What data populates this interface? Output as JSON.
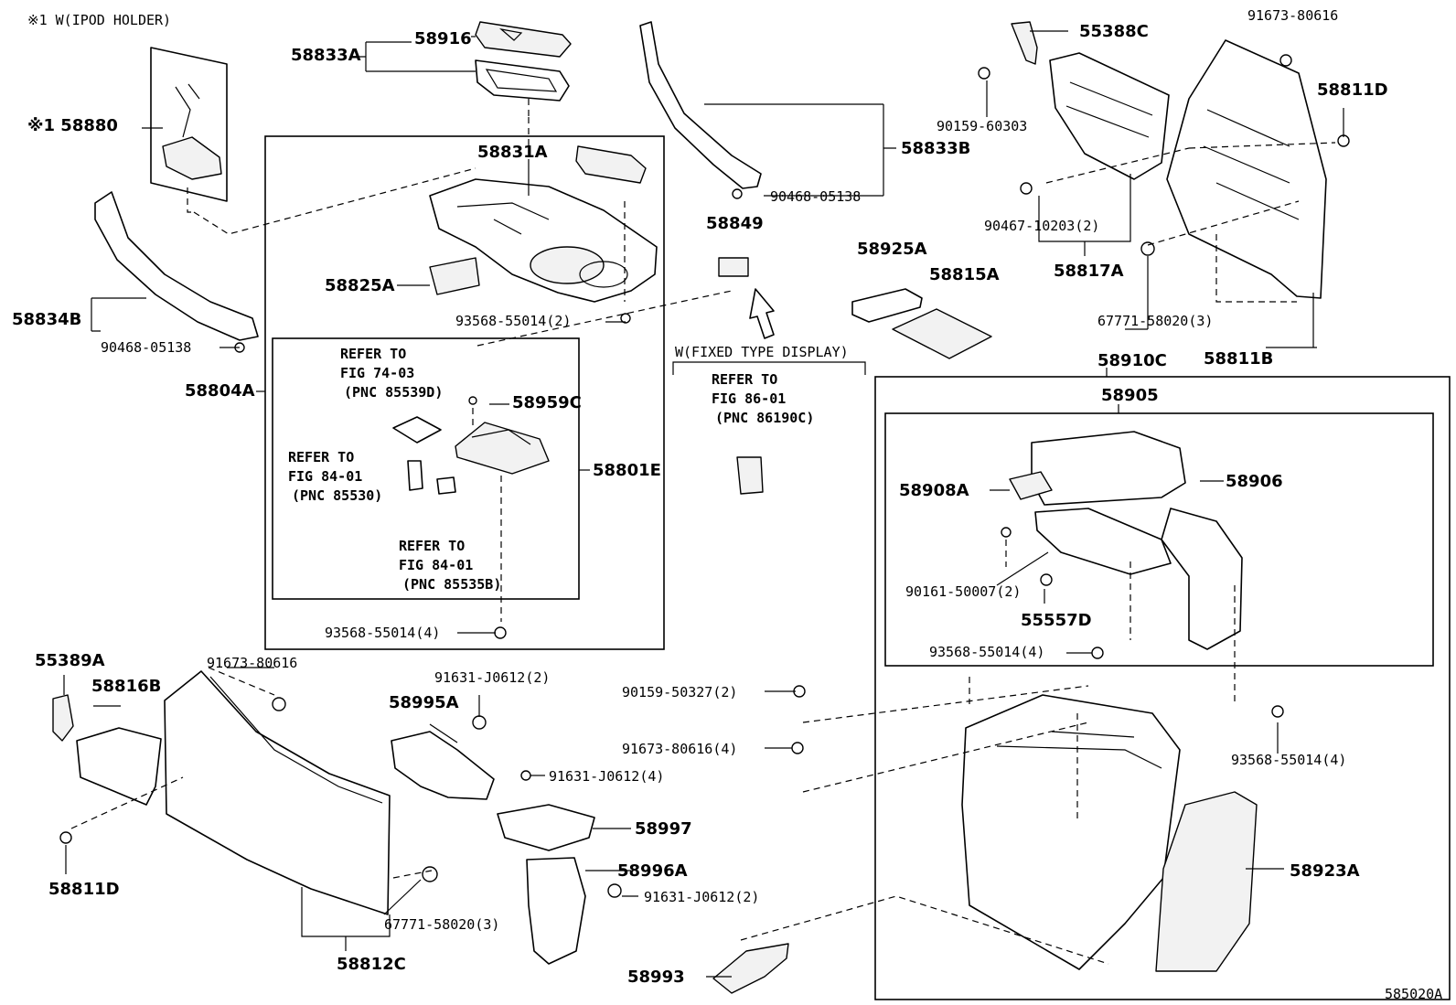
{
  "diagram_id": "585020A",
  "labels": {
    "ipod_note": "※1 W(IPOD HOLDER)",
    "p58880": "※1 58880",
    "p58916": "58916",
    "p58833A": "58833A",
    "p58831A": "58831A",
    "p58825A": "58825A",
    "p93568_2": "93568-55014(2)",
    "p58834B": "58834B",
    "p90468_a": "90468-05138",
    "p58804A": "58804A",
    "p58959C": "58959C",
    "p58801E": "58801E",
    "p93568_4a": "93568-55014(4)",
    "p58833B": "58833B",
    "p90468_b": "90468-05138",
    "p58849": "58849",
    "fixed_display": "W(FIXED TYPE DISPLAY)",
    "p58925A": "58925A",
    "p58815A": "58815A",
    "p55388C": "55388C",
    "p91673_a": "91673-80616",
    "p90159_60303": "90159-60303",
    "p58811D_a": "58811D",
    "p90467": "90467-10203(2)",
    "p58817A": "58817A",
    "p67771_a": "67771-58020(3)",
    "p58811B": "58811B",
    "p58910C": "58910C",
    "p58905": "58905",
    "p58908A": "58908A",
    "p58906": "58906",
    "p90161": "90161-50007(2)",
    "p55557D": "55557D",
    "p93568_4b": "93568-55014(4)",
    "p93568_4c": "93568-55014(4)",
    "p55389A": "55389A",
    "p58816B": "58816B",
    "p91673_b": "91673-80616",
    "p58811D_b": "58811D",
    "p58812C": "58812C",
    "p67771_b": "67771-58020(3)",
    "p91631_2a": "91631-J0612(2)",
    "p58995A": "58995A",
    "p91631_4": "91631-J0612(4)",
    "p58997": "58997",
    "p58996A": "58996A",
    "p91631_2b": "91631-J0612(2)",
    "p90159_50327": "90159-50327(2)",
    "p91673_4": "91673-80616(4)",
    "p58993": "58993",
    "p58923A": "58923A"
  },
  "refs": {
    "r1": [
      "REFER TO",
      "FIG 74-03",
      "(PNC 85539D)"
    ],
    "r2": [
      "REFER TO",
      "FIG 84-01",
      "(PNC 85530)"
    ],
    "r3": [
      "REFER TO",
      "FIG 84-01",
      "(PNC 85535B)"
    ],
    "r4": [
      "REFER TO",
      "FIG 86-01",
      "(PNC 86190C)"
    ]
  }
}
